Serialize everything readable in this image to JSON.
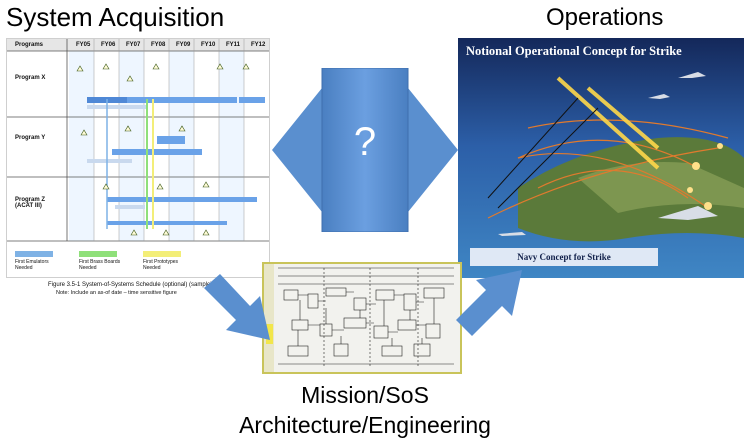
{
  "headings": {
    "left": "System Acquisition",
    "right": "Operations",
    "bottom_line1": "Mission/SoS",
    "bottom_line2": "Architecture/Engineering"
  },
  "center": {
    "question_mark": "?",
    "arrow_color": "#5a8fcf"
  },
  "schedule": {
    "header_label": "Programs",
    "years": [
      "FY05",
      "FY06",
      "FY07",
      "FY08",
      "FY09",
      "FY10",
      "FY11",
      "FY12"
    ],
    "programs": [
      "Program X",
      "Program Y",
      "Program Z\n(ACAT III)"
    ],
    "legend": [
      "First Emulators\nNeeded",
      "First Brass Boards\nNeeded",
      "First Prototypes\nNeeded"
    ],
    "legend_colors": [
      "#7fb2e5",
      "#8fe07a",
      "#f3ee78"
    ],
    "figure_caption": "Figure 3.5-1 System-of-Systems Schedule (optional) (sample)",
    "figure_note": "Note: Include an as-of date – time sensitive figure"
  },
  "operations_image": {
    "title": "Notional Operational Concept for Strike",
    "label": "Navy Concept for Strike"
  }
}
